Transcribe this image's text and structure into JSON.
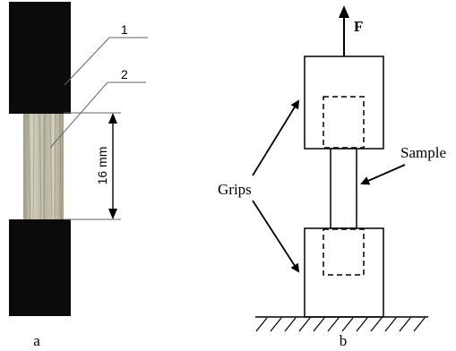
{
  "panel_a": {
    "caption": "a",
    "callouts": [
      "1",
      "2"
    ],
    "dimension": "16 mm"
  },
  "panel_b": {
    "caption": "b",
    "force_label": "F",
    "grips_label": "Grips",
    "sample_label": "Sample"
  }
}
